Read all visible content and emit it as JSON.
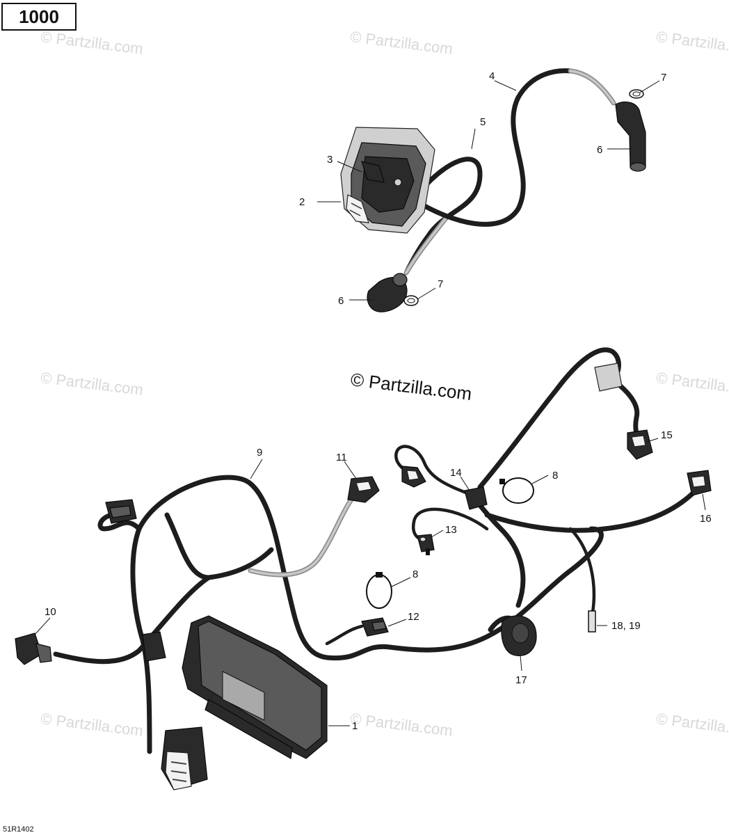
{
  "header": {
    "model": "1000"
  },
  "footer": {
    "reference_code": "51R1402"
  },
  "watermark": {
    "center_text": "© Partzilla.com",
    "tile_text": "© Partzilla.com"
  },
  "callouts": {
    "c1": "1",
    "c2": "2",
    "c3": "3",
    "c4": "4",
    "c5": "5",
    "c6a": "6",
    "c6b": "6",
    "c7a": "7",
    "c7b": "7",
    "c8a": "8",
    "c8b": "8",
    "c9": "9",
    "c10": "10",
    "c11": "11",
    "c12": "12",
    "c13": "13",
    "c14": "14",
    "c15": "15",
    "c16": "16",
    "c17": "17",
    "c1819": "18, 19"
  },
  "colors": {
    "ink": "#111111",
    "wire": "#1d1d1d",
    "wire_grey": "#8d8d8d",
    "watermark": "#d8d8d8"
  }
}
